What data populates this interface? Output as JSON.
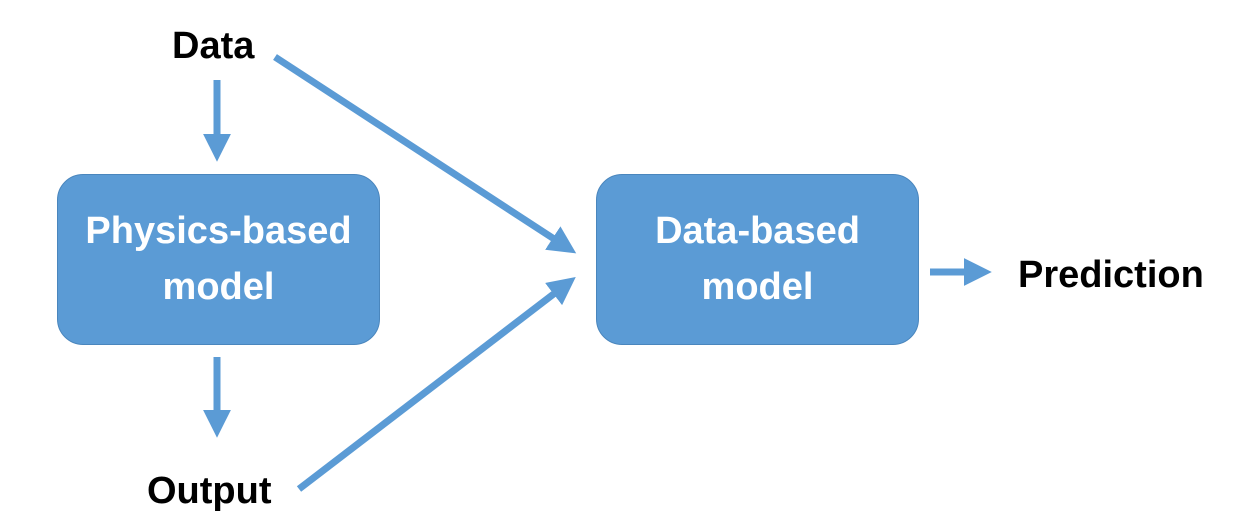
{
  "diagram": {
    "nodes": {
      "input": {
        "label": "Data"
      },
      "physics_model": {
        "line1": "Physics-based",
        "line2": "model"
      },
      "output": {
        "label": "Output"
      },
      "data_model": {
        "line1": "Data-based",
        "line2": "model"
      },
      "prediction": {
        "label": "Prediction"
      }
    },
    "edges": [
      {
        "from": "Data",
        "to": "Physics-based model"
      },
      {
        "from": "Physics-based model",
        "to": "Output"
      },
      {
        "from": "Data",
        "to": "Data-based model"
      },
      {
        "from": "Output",
        "to": "Data-based model"
      },
      {
        "from": "Data-based model",
        "to": "Prediction"
      }
    ],
    "colors": {
      "box_fill": "#5b9bd5",
      "box_border": "#4a86bd",
      "arrow": "#5b9bd5",
      "box_text": "#ffffff",
      "label_text": "#000000"
    }
  }
}
